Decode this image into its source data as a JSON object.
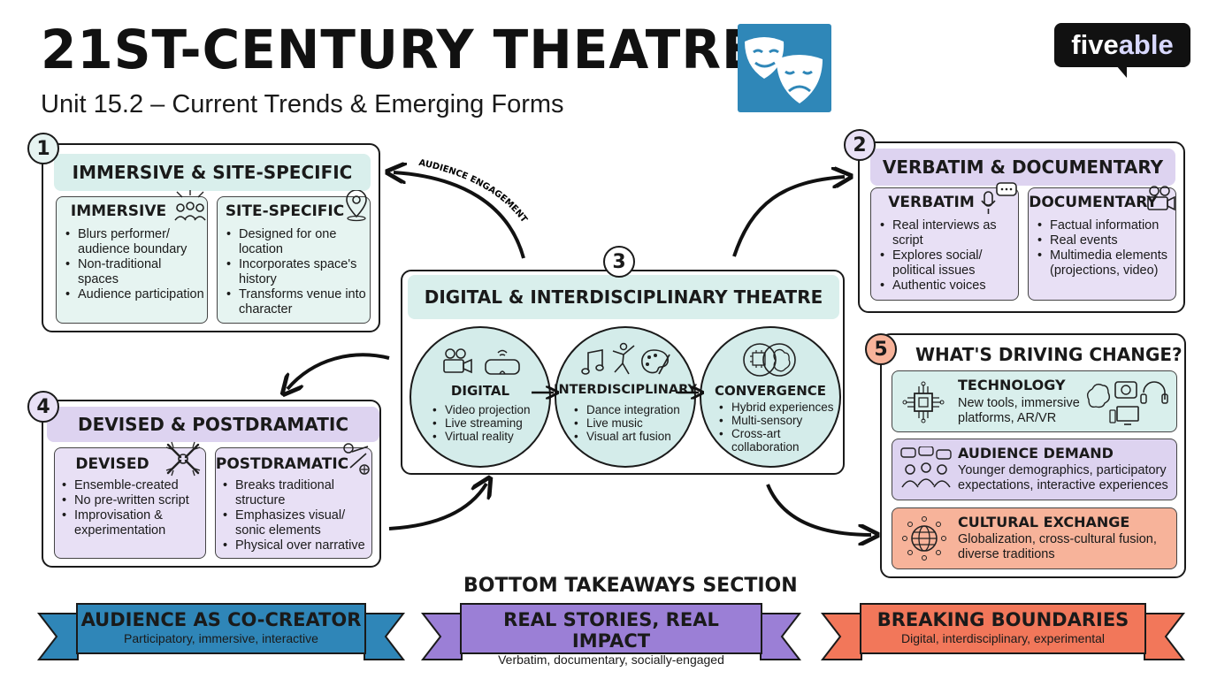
{
  "header": {
    "title": "21ST-CENTURY THEATRE",
    "subtitle": "Unit 15.2 – Current Trends & Emerging Forms",
    "brand_part1": "five",
    "brand_part2": "able"
  },
  "section1": {
    "number": "1",
    "title": "IMMERSIVE & SITE-SPECIFIC",
    "immersive": {
      "title": "IMMERSIVE",
      "items": [
        "Blurs performer/ audience boundary",
        "Non-traditional spaces",
        "Audience participation"
      ]
    },
    "site": {
      "title": "SITE-SPECIFIC",
      "items": [
        "Designed for one location",
        "Incorporates space's history",
        "Transforms venue into character"
      ]
    }
  },
  "section2": {
    "number": "2",
    "title": "VERBATIM & DOCUMENTARY",
    "verbatim": {
      "title": "VERBATIM",
      "items": [
        "Real interviews as script",
        "Explores social/ political issues",
        "Authentic voices"
      ]
    },
    "documentary": {
      "title": "DOCUMENTARY",
      "items": [
        "Factual information",
        "Real events",
        "Multimedia elements (projections, video)"
      ]
    }
  },
  "section3": {
    "number": "3",
    "title": "DIGITAL & INTERDISCIPLINARY THEATRE",
    "digital": {
      "title": "DIGITAL",
      "items": [
        "Video projection",
        "Live streaming",
        "Virtual reality"
      ]
    },
    "inter": {
      "title": "INTERDISCIPLINARY",
      "items": [
        "Dance integration",
        "Live music",
        "Visual art fusion"
      ]
    },
    "convergence": {
      "title": "CONVERGENCE",
      "items": [
        "Hybrid experiences",
        "Multi-sensory",
        "Cross-art collaboration"
      ]
    }
  },
  "section4": {
    "number": "4",
    "title": "DEVISED & POSTDRAMATIC",
    "devised": {
      "title": "DEVISED",
      "items": [
        "Ensemble-created",
        "No pre-written script",
        "Improvisation & experimentation"
      ]
    },
    "post": {
      "title": "POSTDRAMATIC",
      "items": [
        "Breaks traditional structure",
        "Emphasizes visual/ sonic elements",
        "Physical over narrative"
      ]
    }
  },
  "section5": {
    "number": "5",
    "title": "WHAT'S DRIVING CHANGE?",
    "drivers": [
      {
        "title": "TECHNOLOGY",
        "text": "New tools, immersive platforms, AR/VR"
      },
      {
        "title": "AUDIENCE DEMAND",
        "text": "Younger demographics, participatory expectations, interactive experiences"
      },
      {
        "title": "CULTURAL EXCHANGE",
        "text": "Globalization, cross-cultural fusion, diverse traditions"
      }
    ]
  },
  "arrow_label": "AUDIENCE ENGAGEMENT",
  "bottom": {
    "label": "BOTTOM TAKEAWAYS SECTION",
    "ribbons": [
      {
        "title": "AUDIENCE AS CO-CREATOR",
        "sub": "Participatory, immersive, interactive"
      },
      {
        "title": "REAL STORIES, REAL IMPACT",
        "sub": "Verbatim, documentary, socially-engaged"
      },
      {
        "title": "BREAKING BOUNDARIES",
        "sub": "Digital, interdisciplinary, experimental"
      }
    ]
  },
  "colors": {
    "teal": "#d9efec",
    "purple": "#ddd3f0",
    "orange": "#f7b39a",
    "blue_ribbon": "#2f86b8",
    "purple_ribbon": "#9b7fd6",
    "orange_ribbon": "#f2775a",
    "logo_blue": "#2f87b8"
  },
  "icons": [
    "theatre-masks-icon",
    "crowd-icon",
    "location-pin-icon",
    "microphone-icon",
    "video-camera-icon",
    "camera-icon",
    "vr-headset-icon",
    "music-notes-icon",
    "dancer-icon",
    "palette-icon",
    "brain-icon",
    "chip-icon",
    "headphones-icon",
    "people-chat-icon",
    "globe-icon"
  ]
}
